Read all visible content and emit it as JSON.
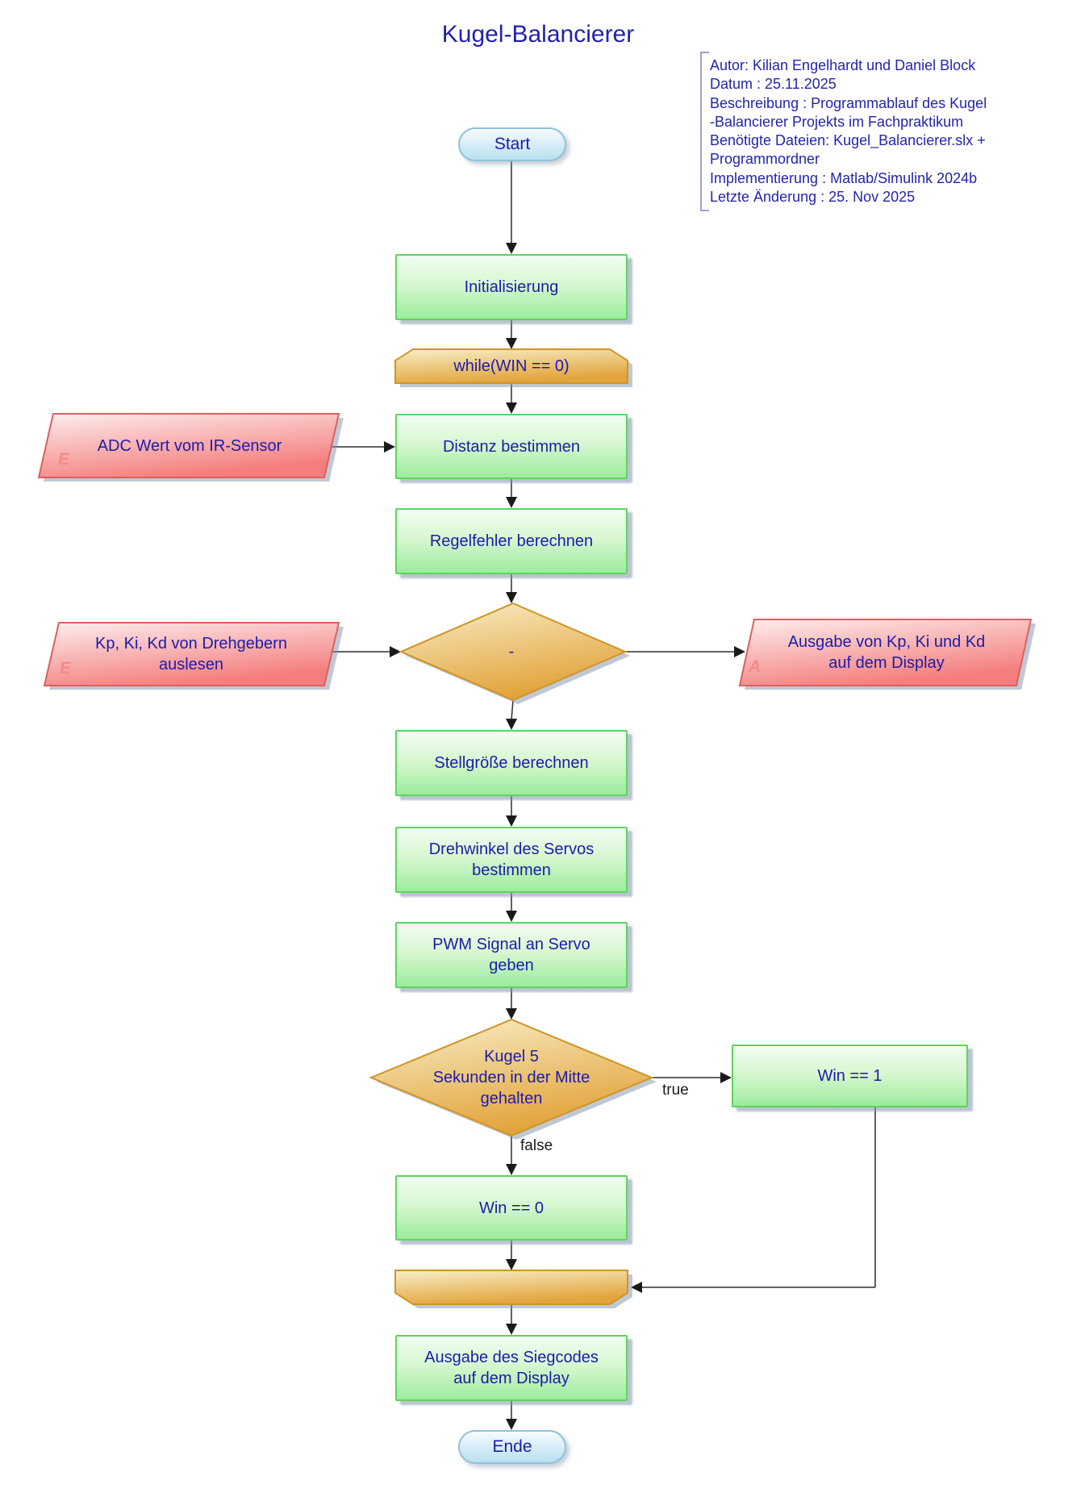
{
  "title": "Kugel-Balancierer",
  "annotation": {
    "lines": [
      "Autor: Kilian Engelhardt und Daniel Block",
      "Datum : 25.11.2025",
      "Beschreibung : Programmablauf des Kugel",
      "-Balancierer Projekts im Fachpraktikum",
      "Benötigte Dateien: Kugel_Balancierer.slx +",
      "Programmordner",
      "Implementierung : Matlab/Simulink 2024b",
      "Letzte Änderung : 25. Nov 2025"
    ]
  },
  "nodes": {
    "start": {
      "label": "Start"
    },
    "init": {
      "label": "Initialisierung"
    },
    "while_loop": {
      "label": "while(WIN == 0)"
    },
    "adc_input": {
      "label": "ADC Wert vom IR-Sensor",
      "tag": "E"
    },
    "distanz": {
      "label": "Distanz bestimmen"
    },
    "regelfehler": {
      "label": "Regelfehler berechnen"
    },
    "decision_pid": {
      "label": "-"
    },
    "kp_input": {
      "line1": "Kp, Ki, Kd von Drehgebern",
      "line2": "auslesen",
      "tag": "E"
    },
    "kp_output": {
      "line1": "Ausgabe von Kp, Ki und Kd",
      "line2": "auf dem Display",
      "tag": "A"
    },
    "stellgroesse": {
      "label": "Stellgröße berechnen"
    },
    "drehwinkel": {
      "line1": "Drehwinkel des Servos",
      "line2": "bestimmen"
    },
    "pwm": {
      "line1": "PWM Signal an Servo",
      "line2": "geben"
    },
    "decision_kugel": {
      "line1": "Kugel 5",
      "line2": "Sekunden in der Mitte",
      "line3": "gehalten"
    },
    "win1": {
      "label": "Win == 1"
    },
    "win0": {
      "label": "Win == 0"
    },
    "siegcode": {
      "line1": "Ausgabe des Siegcodes",
      "line2": "auf dem Display"
    },
    "ende": {
      "label": "Ende"
    }
  },
  "edges": {
    "true_label": "true",
    "false_label": "false"
  },
  "colors": {
    "text_blue": "#1c1ca8",
    "process_fill_top": "#f2fdf2",
    "process_fill_bottom": "#9cec9c",
    "process_border": "#5ed45e",
    "terminal_fill": "#cde9f6",
    "terminal_border": "#8fc2d9",
    "loop_fill_top": "#f7ecc4",
    "loop_fill_bottom": "#e3a43c",
    "loop_border": "#cf9428",
    "io_fill_top": "#fdeded",
    "io_fill_bottom": "#f57d7d",
    "io_border": "#dd5f5f",
    "io_tag_pink": "#f28b8b",
    "annotation_bracket": "#9f9fd6",
    "connector": "#2e2e2e",
    "shadow": "#8093ac"
  }
}
